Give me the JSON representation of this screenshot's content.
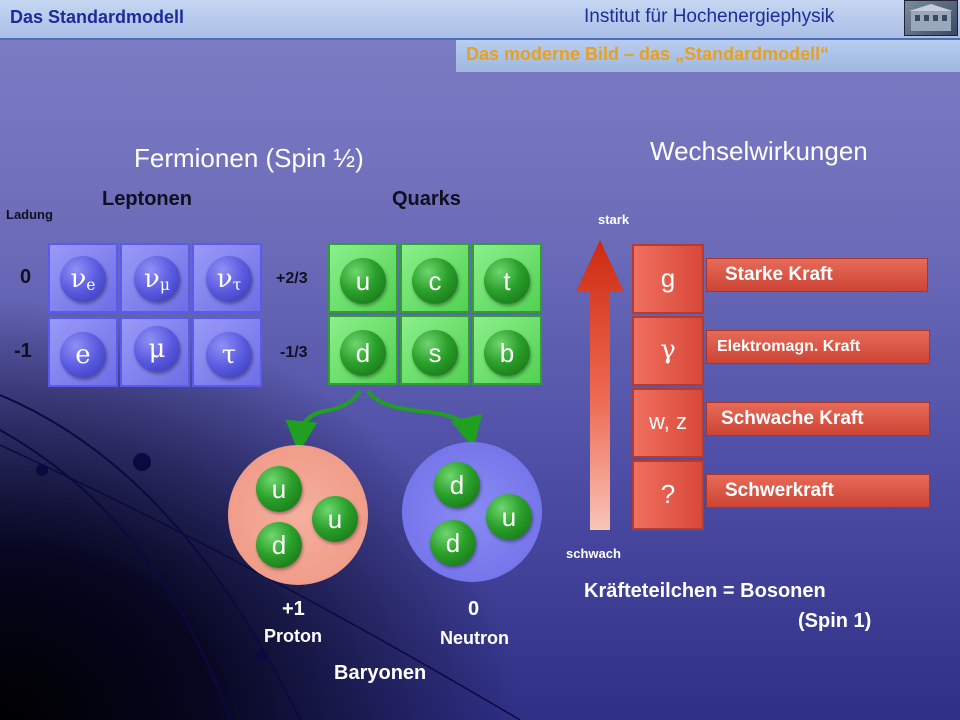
{
  "header": {
    "section": "Das Standardmodell",
    "institute": "Institut für Hochenergiephysik",
    "subtitle": "Das moderne Bild – das „Standardmodell“"
  },
  "fermions": {
    "title": "Fermionen (Spin ½)",
    "leptons_title": "Leptonen",
    "quarks_title": "Quarks",
    "charge_title": "Ladung",
    "lepton_charges": [
      "0",
      "-1"
    ],
    "quark_charges": [
      "+2/3",
      "-1/3"
    ],
    "neutrinos": [
      {
        "sym": "ν",
        "sub": "e"
      },
      {
        "sym": "ν",
        "sub": "μ"
      },
      {
        "sym": "ν",
        "sub": "τ"
      }
    ],
    "charged_leptons": [
      "e",
      "μ",
      "τ"
    ],
    "quarks_up": [
      "u",
      "c",
      "t"
    ],
    "quarks_down": [
      "d",
      "s",
      "b"
    ]
  },
  "baryons": {
    "title": "Baryonen",
    "proton": {
      "charge": "+1",
      "name": "Proton",
      "quarks": [
        "u",
        "u",
        "d"
      ]
    },
    "neutron": {
      "charge": "0",
      "name": "Neutron",
      "quarks": [
        "d",
        "u",
        "d"
      ]
    }
  },
  "interactions": {
    "title": "Wechselwirkungen",
    "strong_label": "stark",
    "weak_label": "schwach",
    "bosons": [
      "g",
      "γ",
      "w, z",
      "?"
    ],
    "forces": [
      "Starke Kraft",
      "Elektromagn. Kraft",
      "Schwache Kraft",
      "Schwerkraft"
    ],
    "bosons_line1": "Kräfteteilchen = Bosonen",
    "bosons_line2": "(Spin 1)"
  },
  "colors": {
    "lepton": "#6e6ee6",
    "quark": "#52d052",
    "force": "#d84838",
    "proton": "#f4a090",
    "neutron": "#7a7aec"
  }
}
